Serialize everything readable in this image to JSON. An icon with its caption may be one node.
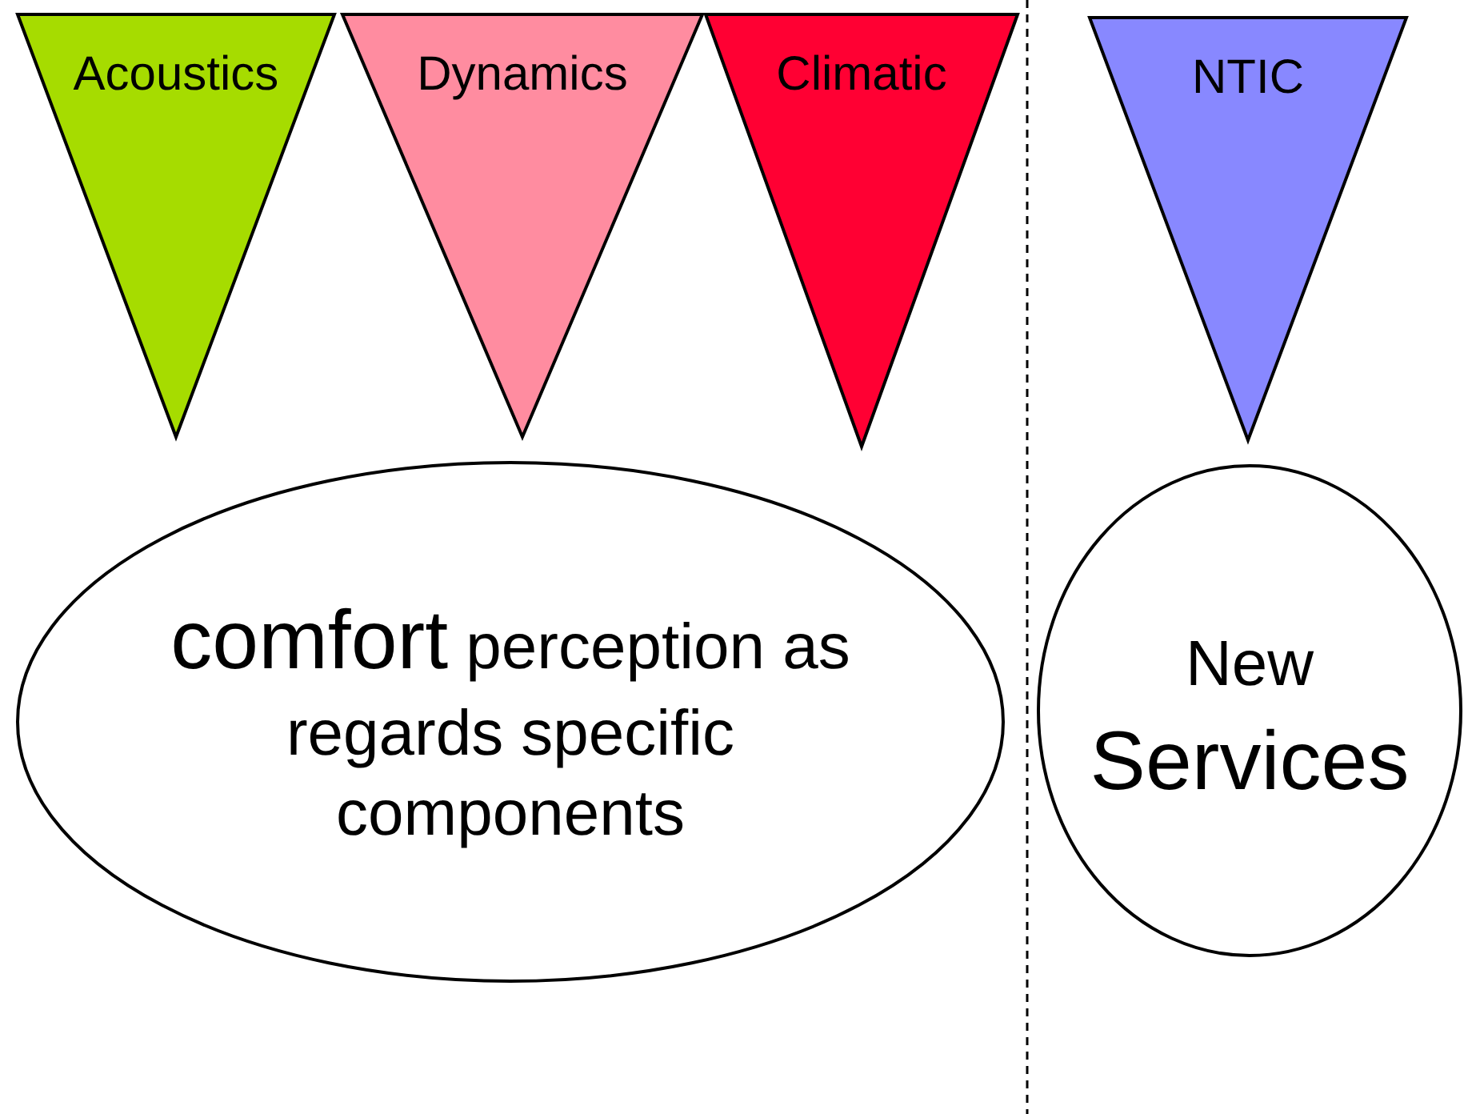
{
  "diagram": {
    "nodes": [
      {
        "text": [
          "Acoustics"
        ]
      },
      {
        "text": [
          "Dynamics"
        ]
      },
      {
        "text": [
          "Climatic"
        ]
      },
      {
        "text": [
          "NTIC"
        ]
      },
      {
        "text": [
          "comfort perception as regards specific components"
        ]
      },
      {
        "text": [
          "New Services"
        ]
      }
    ],
    "edges": []
  }
}
